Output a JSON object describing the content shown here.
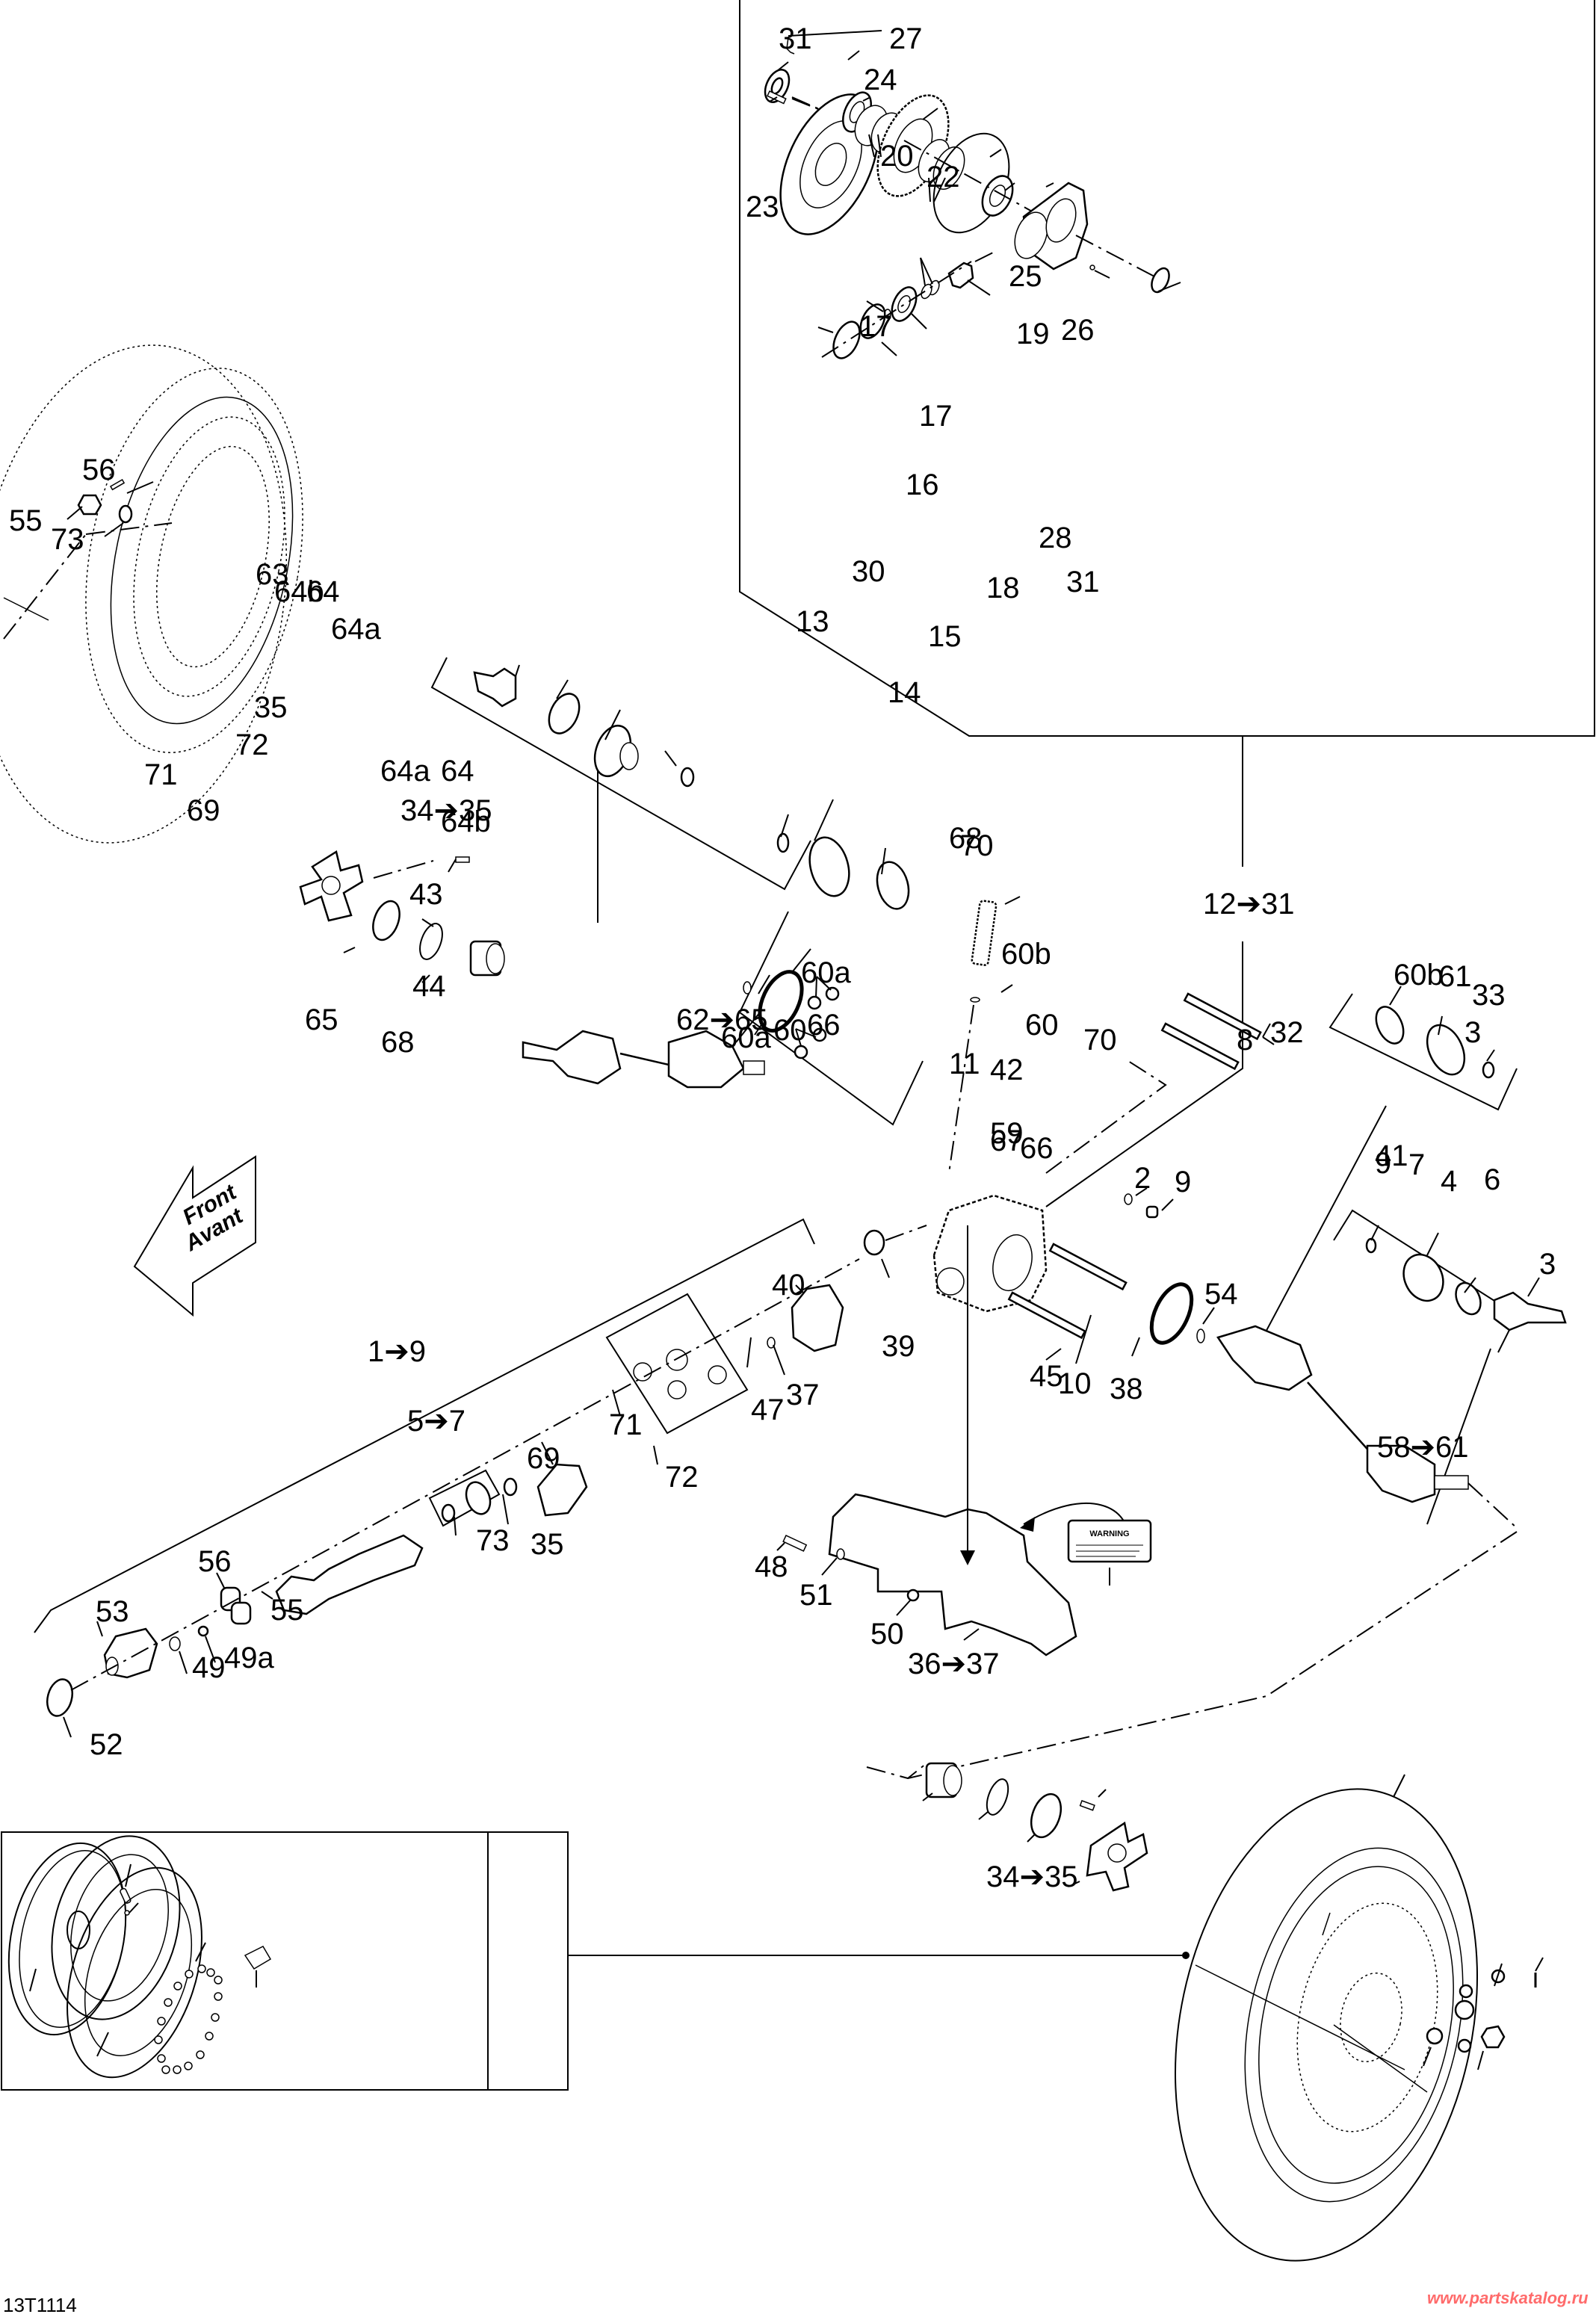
{
  "diagram": {
    "code": "13T1114",
    "watermark": "www.partskatalog.ru",
    "front_arrow": {
      "line1": "Front",
      "line2": "Avant"
    },
    "group_labels": {
      "differential": "12➔31",
      "drive_shaft": "1➔9",
      "left_axle": "62➔65",
      "right_axle": "58➔61",
      "hub_upper": "34➔35",
      "hub_lower": "34➔35",
      "joint_kit": "5➔7",
      "skid_plate": "36➔37"
    },
    "callouts": [
      {
        "id": "c31a",
        "text": "31"
      },
      {
        "id": "c27",
        "text": "27"
      },
      {
        "id": "c24",
        "text": "24"
      },
      {
        "id": "c20",
        "text": "20"
      },
      {
        "id": "c23",
        "text": "23"
      },
      {
        "id": "c22",
        "text": "22"
      },
      {
        "id": "c17a",
        "text": "17"
      },
      {
        "id": "c25",
        "text": "25"
      },
      {
        "id": "c19",
        "text": "19"
      },
      {
        "id": "c26",
        "text": "26"
      },
      {
        "id": "c17b",
        "text": "17"
      },
      {
        "id": "c16",
        "text": "16"
      },
      {
        "id": "c18",
        "text": "18"
      },
      {
        "id": "c28",
        "text": "28"
      },
      {
        "id": "c31b",
        "text": "31"
      },
      {
        "id": "c30",
        "text": "30"
      },
      {
        "id": "c13",
        "text": "13"
      },
      {
        "id": "c15",
        "text": "15"
      },
      {
        "id": "c14",
        "text": "14"
      },
      {
        "id": "c56a",
        "text": "56"
      },
      {
        "id": "c55a",
        "text": "55"
      },
      {
        "id": "c73a",
        "text": "73"
      },
      {
        "id": "c63",
        "text": "63"
      },
      {
        "id": "c64b_a",
        "text": "64b"
      },
      {
        "id": "c64_a",
        "text": "64"
      },
      {
        "id": "c64a_a",
        "text": "64a"
      },
      {
        "id": "c64a_b",
        "text": "64a"
      },
      {
        "id": "c64_b",
        "text": "64"
      },
      {
        "id": "c64b_b",
        "text": "64b"
      },
      {
        "id": "c35a",
        "text": "35"
      },
      {
        "id": "c72a",
        "text": "72"
      },
      {
        "id": "c71a",
        "text": "71"
      },
      {
        "id": "c69a",
        "text": "69"
      },
      {
        "id": "c43",
        "text": "43"
      },
      {
        "id": "c44",
        "text": "44"
      },
      {
        "id": "c65",
        "text": "65"
      },
      {
        "id": "c68a",
        "text": "68"
      },
      {
        "id": "c70a",
        "text": "70"
      },
      {
        "id": "c68b",
        "text": "68"
      },
      {
        "id": "c60b_a",
        "text": "60b"
      },
      {
        "id": "c60_a",
        "text": "60"
      },
      {
        "id": "c60a_a",
        "text": "60a"
      },
      {
        "id": "c66a",
        "text": "66"
      },
      {
        "id": "c60a_b",
        "text": "60a"
      },
      {
        "id": "c60_b",
        "text": "60"
      },
      {
        "id": "c60b_b",
        "text": "60b"
      },
      {
        "id": "c61",
        "text": "61"
      },
      {
        "id": "c33",
        "text": "33"
      },
      {
        "id": "c32",
        "text": "32"
      },
      {
        "id": "c59",
        "text": "59"
      },
      {
        "id": "c67",
        "text": "67"
      },
      {
        "id": "c66b",
        "text": "66"
      },
      {
        "id": "c70b",
        "text": "70"
      },
      {
        "id": "c8",
        "text": "8"
      },
      {
        "id": "c11",
        "text": "11"
      },
      {
        "id": "c42",
        "text": "42"
      },
      {
        "id": "c41",
        "text": "41"
      },
      {
        "id": "c4",
        "text": "4"
      },
      {
        "id": "c3a",
        "text": "3"
      },
      {
        "id": "c9a",
        "text": "9"
      },
      {
        "id": "c7",
        "text": "7"
      },
      {
        "id": "c6",
        "text": "6"
      },
      {
        "id": "c3b",
        "text": "3"
      },
      {
        "id": "c2",
        "text": "2"
      },
      {
        "id": "c9b",
        "text": "9"
      },
      {
        "id": "c54",
        "text": "54"
      },
      {
        "id": "c45",
        "text": "45"
      },
      {
        "id": "c10",
        "text": "10"
      },
      {
        "id": "c38",
        "text": "38"
      },
      {
        "id": "c40",
        "text": "40"
      },
      {
        "id": "c39",
        "text": "39"
      },
      {
        "id": "c37",
        "text": "37"
      },
      {
        "id": "c47",
        "text": "47"
      },
      {
        "id": "c69b",
        "text": "69"
      },
      {
        "id": "c72b",
        "text": "72"
      },
      {
        "id": "c71b",
        "text": "71"
      },
      {
        "id": "c35b",
        "text": "35"
      },
      {
        "id": "c73b",
        "text": "73"
      },
      {
        "id": "c56b",
        "text": "56"
      },
      {
        "id": "c53",
        "text": "53"
      },
      {
        "id": "c55b",
        "text": "55"
      },
      {
        "id": "c49",
        "text": "49"
      },
      {
        "id": "c49a",
        "text": "49a"
      },
      {
        "id": "c52",
        "text": "52"
      },
      {
        "id": "c48",
        "text": "48"
      },
      {
        "id": "c51",
        "text": "51"
      },
      {
        "id": "c50",
        "text": "50"
      }
    ],
    "decal": {
      "title": "WARNING"
    }
  }
}
